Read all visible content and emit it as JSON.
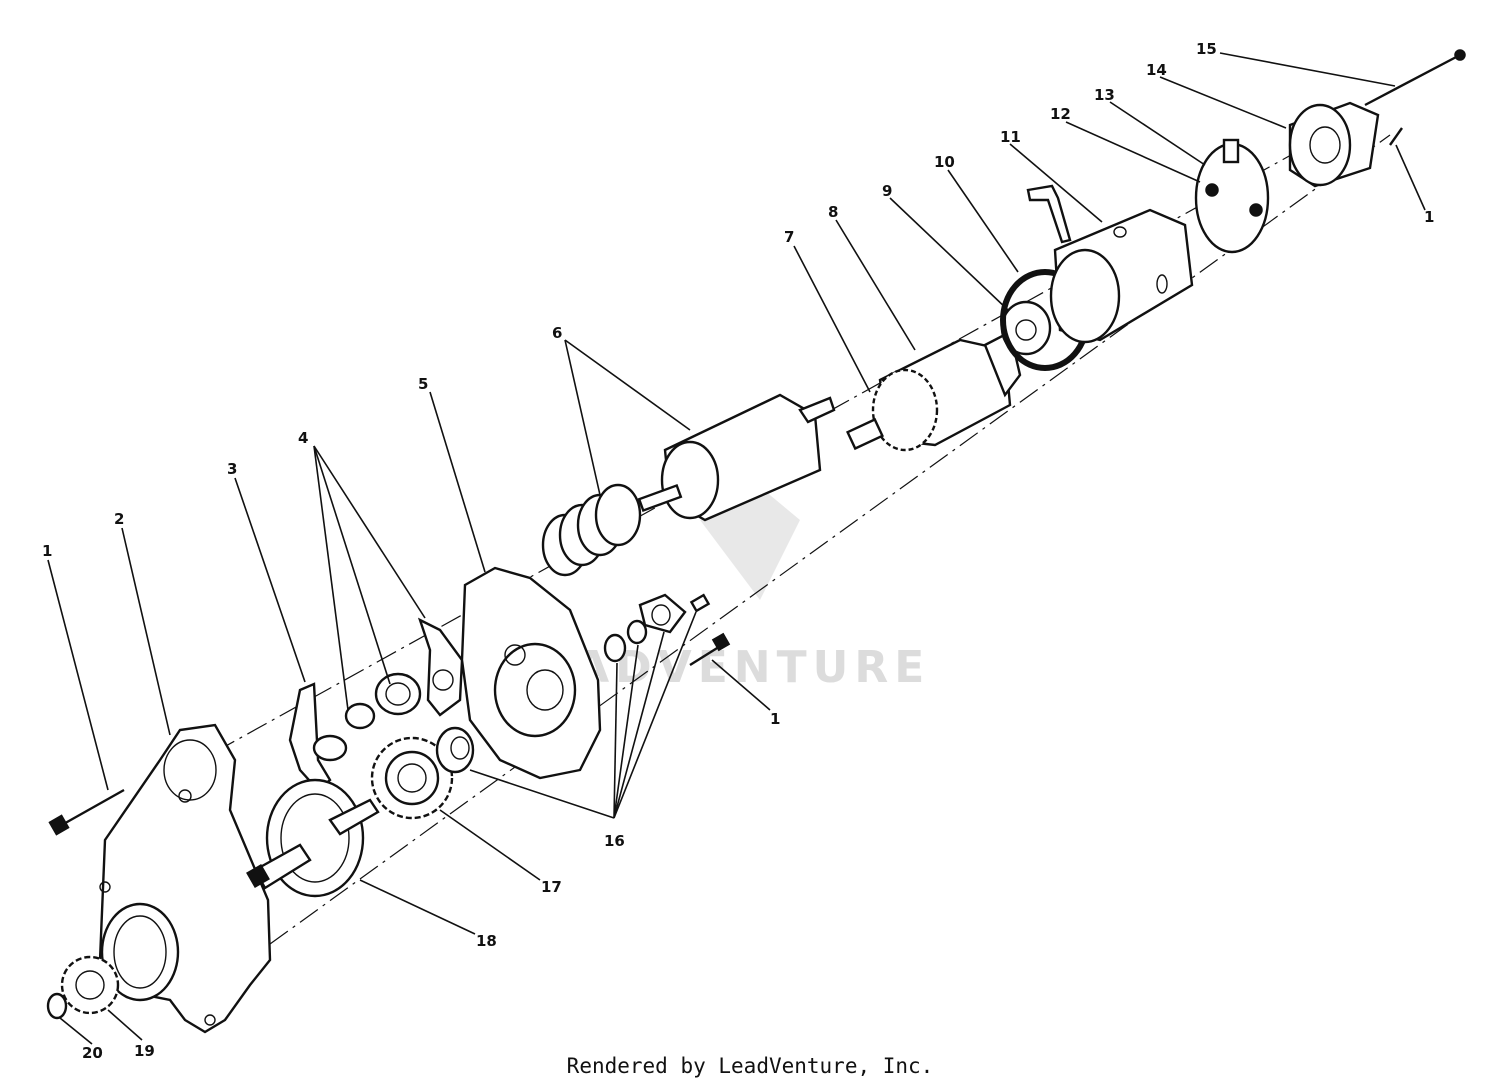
{
  "diagram": {
    "callouts": [
      {
        "id": "c1a",
        "label": "1"
      },
      {
        "id": "c2",
        "label": "2"
      },
      {
        "id": "c3",
        "label": "3"
      },
      {
        "id": "c4",
        "label": "4"
      },
      {
        "id": "c5",
        "label": "5"
      },
      {
        "id": "c6",
        "label": "6"
      },
      {
        "id": "c7",
        "label": "7"
      },
      {
        "id": "c8",
        "label": "8"
      },
      {
        "id": "c9",
        "label": "9"
      },
      {
        "id": "c10",
        "label": "10"
      },
      {
        "id": "c11",
        "label": "11"
      },
      {
        "id": "c12",
        "label": "12"
      },
      {
        "id": "c13",
        "label": "13"
      },
      {
        "id": "c14",
        "label": "14"
      },
      {
        "id": "c15",
        "label": "15"
      },
      {
        "id": "c1b",
        "label": "1"
      },
      {
        "id": "c1c",
        "label": "1"
      },
      {
        "id": "c16",
        "label": "16"
      },
      {
        "id": "c17",
        "label": "17"
      },
      {
        "id": "c18",
        "label": "18"
      },
      {
        "id": "c19",
        "label": "19"
      },
      {
        "id": "c20",
        "label": "20"
      }
    ],
    "watermark": "LEADVENTURE",
    "colors": {
      "ink": "#111111",
      "watermark": "#d9d9d9",
      "background": "#ffffff"
    }
  },
  "footer": {
    "text": "Rendered by LeadVenture, Inc."
  }
}
